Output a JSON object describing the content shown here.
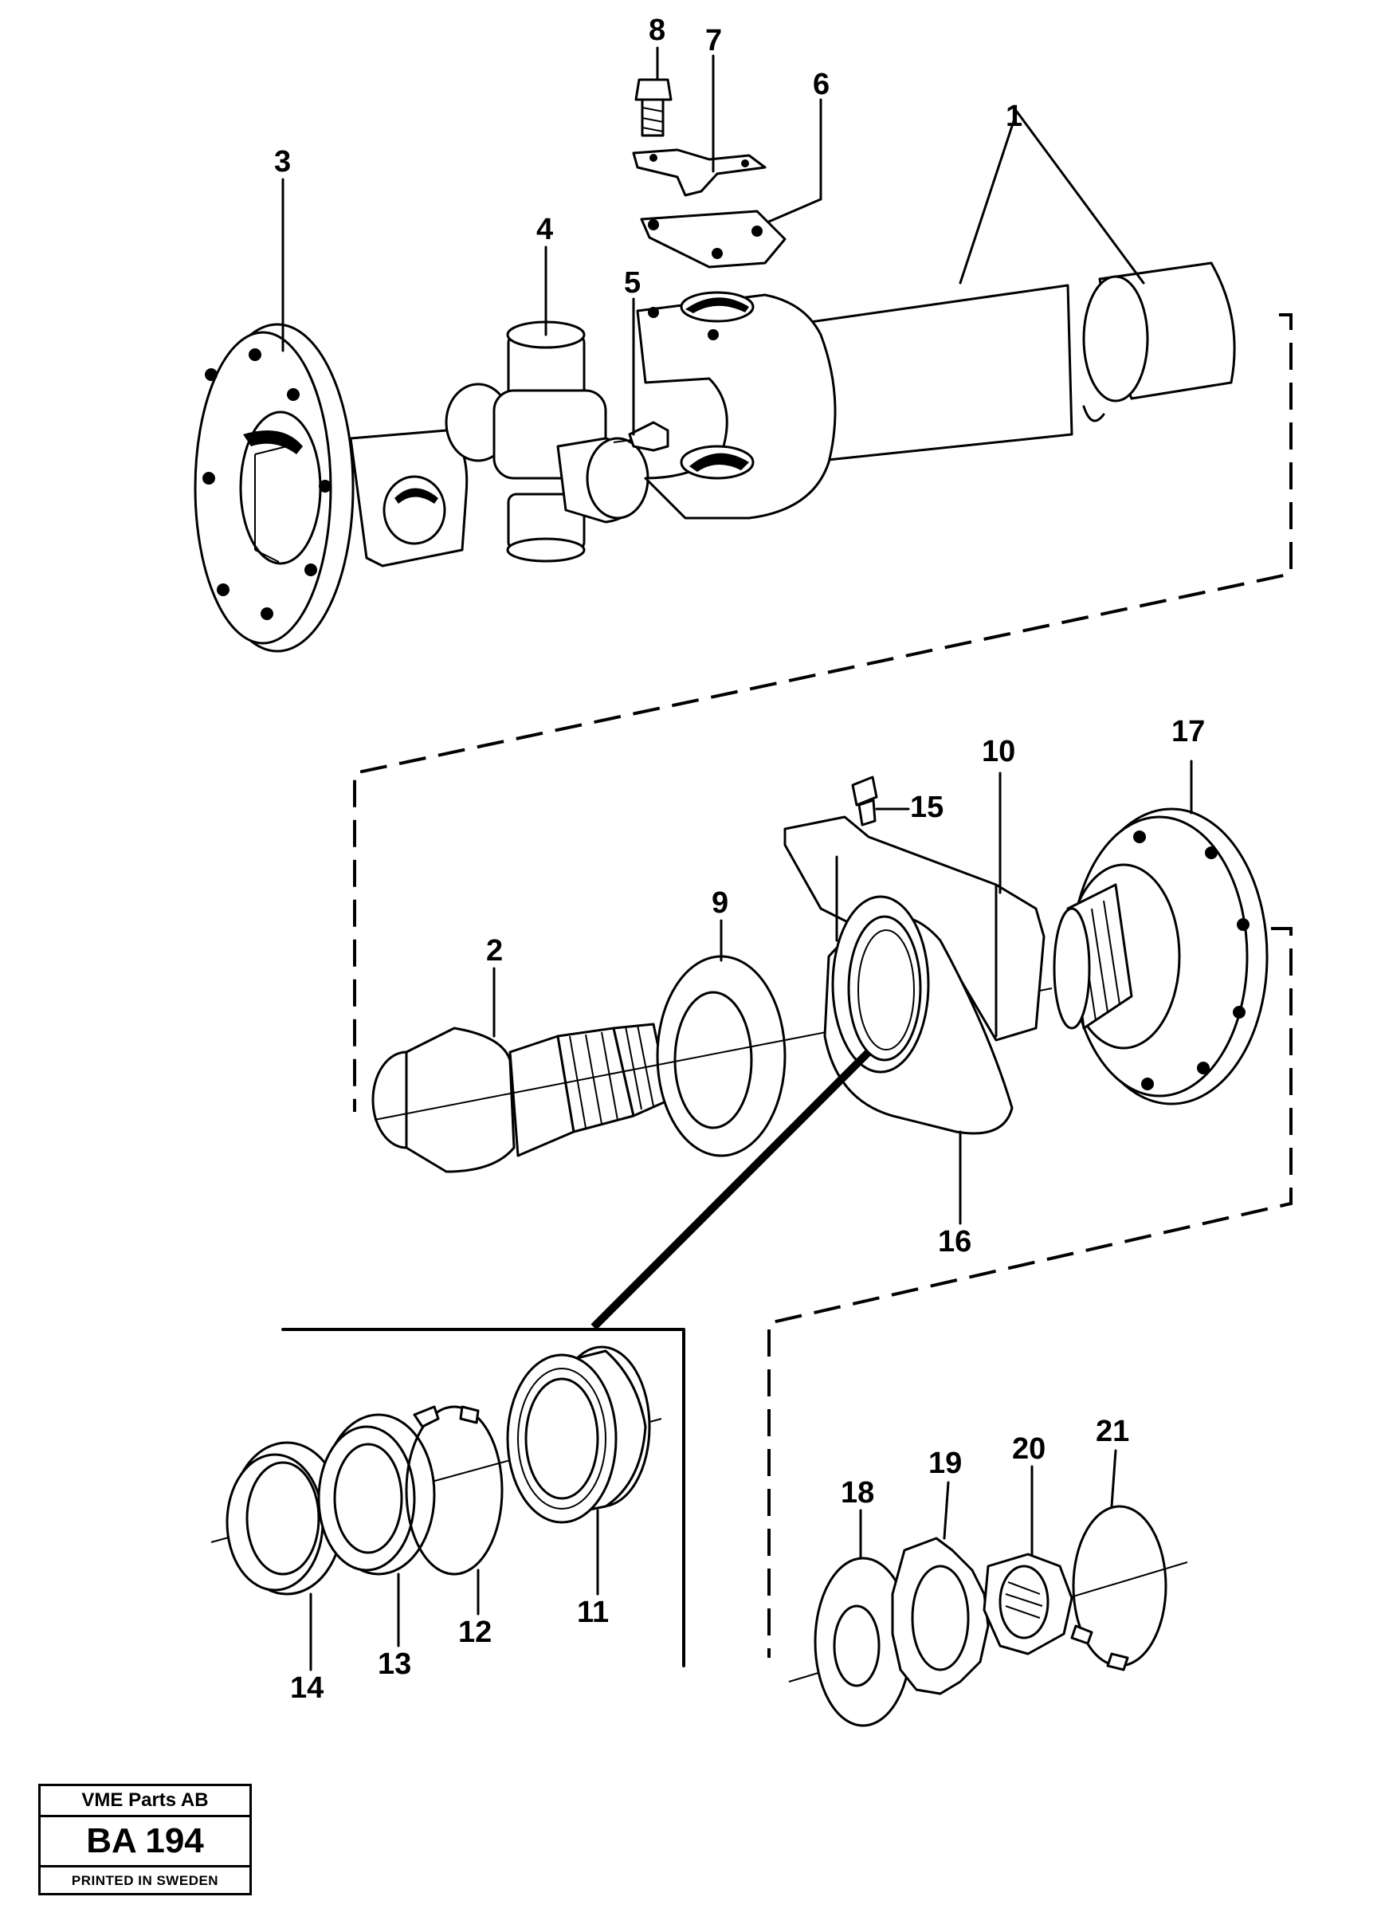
{
  "title_block": {
    "company": "VME Parts AB",
    "code": "BA 194",
    "printed": "PRINTED IN SWEDEN"
  },
  "callouts": {
    "c1": "1",
    "c2": "2",
    "c3": "3",
    "c4": "4",
    "c5": "5",
    "c6": "6",
    "c7": "7",
    "c8": "8",
    "c9": "9",
    "c10": "10",
    "c11": "11",
    "c12": "12",
    "c13": "13",
    "c14": "14",
    "c15": "15",
    "c16": "16",
    "c17": "17",
    "c18": "18",
    "c19": "19",
    "c20": "20",
    "c21": "21"
  }
}
